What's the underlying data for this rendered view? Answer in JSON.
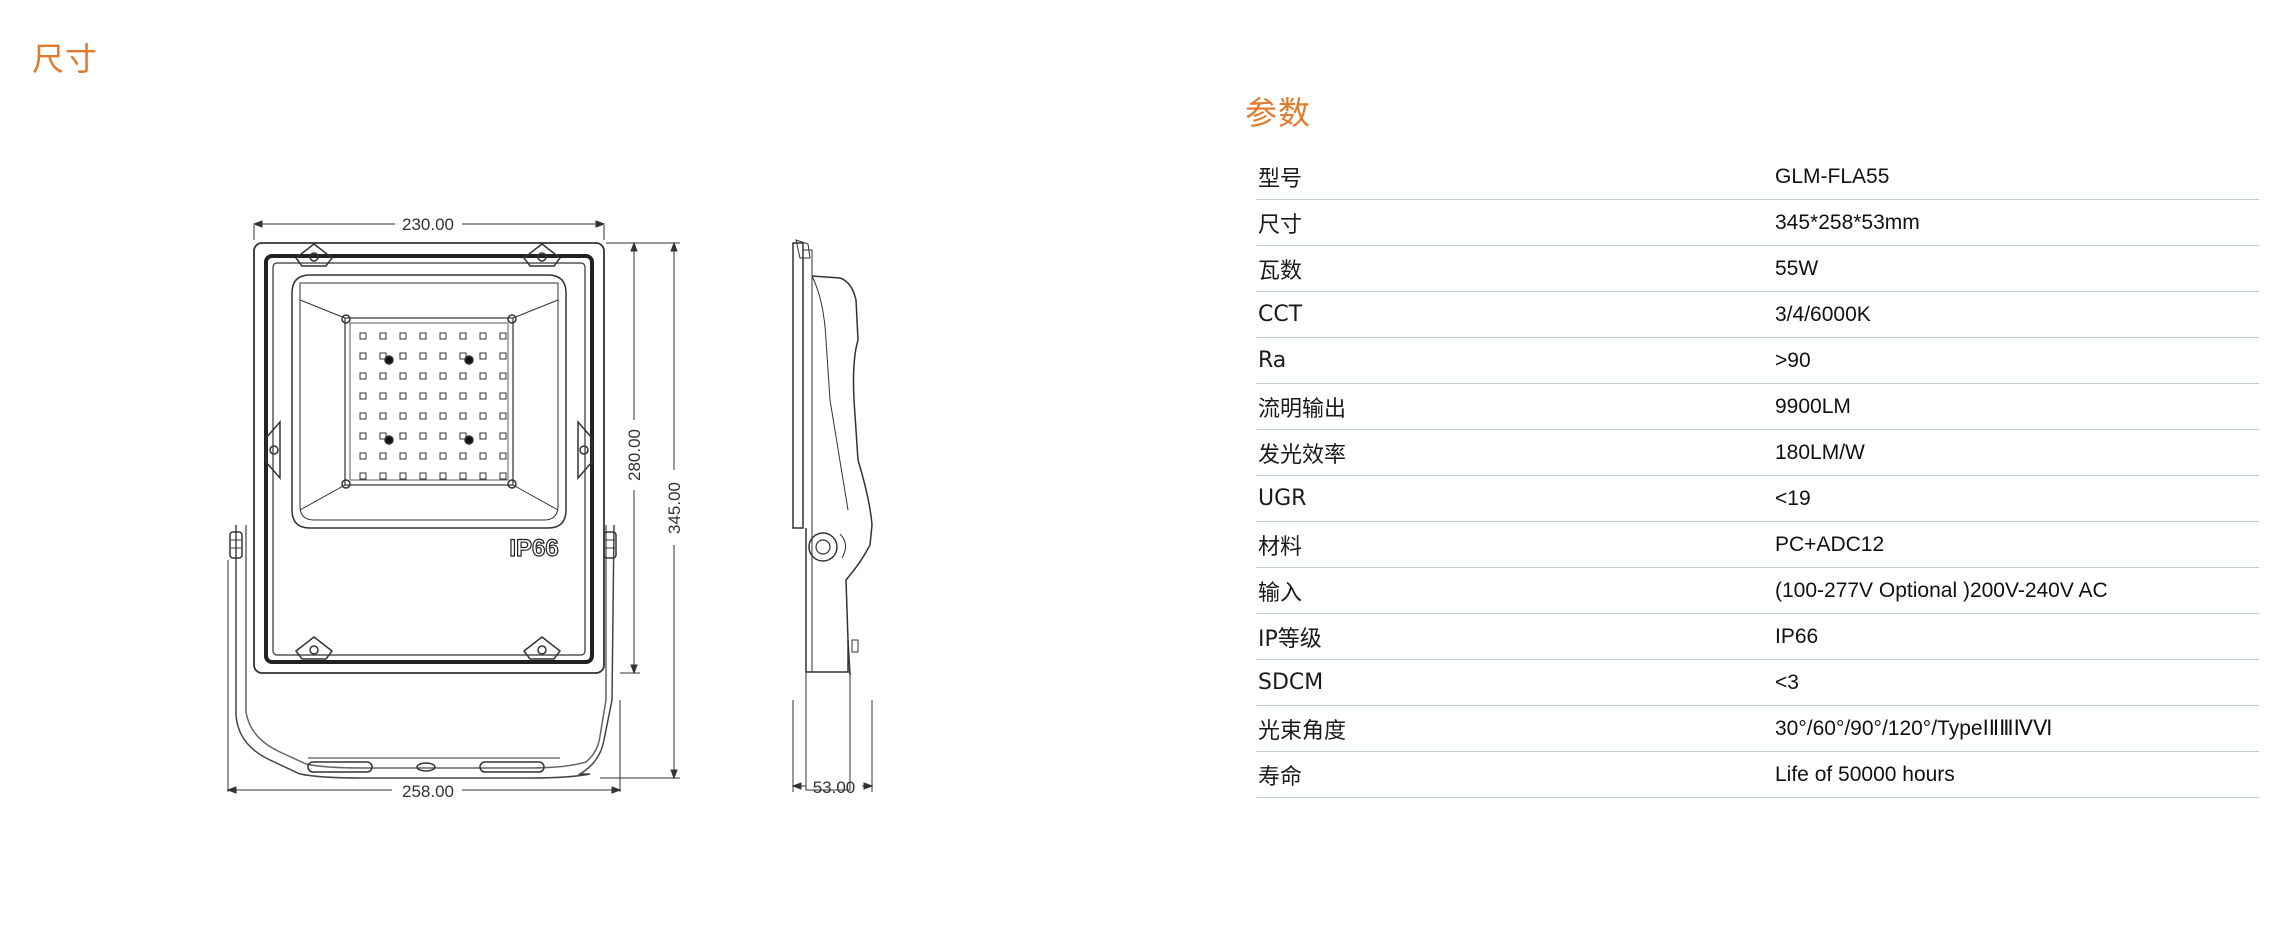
{
  "sections": {
    "dimensions_title": "尺寸",
    "parameters_title": "参数"
  },
  "drawing": {
    "front": {
      "top_width": "230.00",
      "bottom_width": "258.00",
      "inner_height": "280.00",
      "total_height": "345.00",
      "rating_mark": "IP66"
    },
    "side": {
      "depth": "53.00"
    }
  },
  "specs": [
    {
      "key": "型号",
      "value": "GLM-FLA55"
    },
    {
      "key": "尺寸",
      "value": "345*258*53mm"
    },
    {
      "key": "瓦数",
      "value": "55W"
    },
    {
      "key": "CCT",
      "value": "3/4/6000K"
    },
    {
      "key": "Ra",
      "value": ">90"
    },
    {
      "key": "流明输出",
      "value": "9900LM"
    },
    {
      "key": "发光效率",
      "value": "180LM/W"
    },
    {
      "key": "UGR",
      "value": "<19"
    },
    {
      "key": "材料",
      "value": "PC+ADC12"
    },
    {
      "key": "输入",
      "value": "(100-277V Optional )200V-240V AC"
    },
    {
      "key": "IP等级",
      "value": "IP66"
    },
    {
      "key": "SDCM",
      "value": "<3"
    },
    {
      "key": "光束角度",
      "value": "30°/60°/90°/120°/TypeⅠⅡⅢⅣⅥ"
    },
    {
      "key": "寿命",
      "value": "Life of 50000 hours"
    }
  ],
  "colors": {
    "accent": "#e07a2c",
    "row_rule": "#bccfc9"
  }
}
